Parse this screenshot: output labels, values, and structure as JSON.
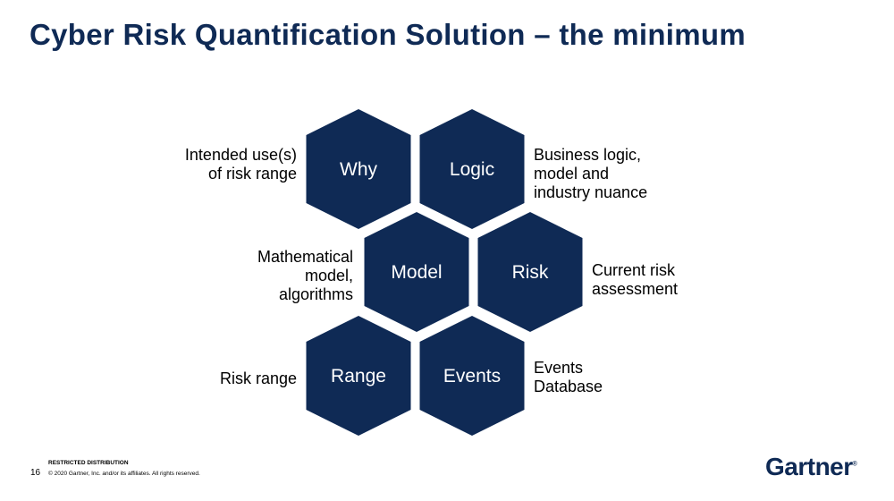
{
  "title": "Cyber Risk Quantification Solution – the minimum",
  "hex_color": "#0f2a55",
  "hexagons": [
    {
      "label": "Why",
      "description": "Intended use(s) of risk range"
    },
    {
      "label": "Logic",
      "description": "Business logic, model and industry nuance"
    },
    {
      "label": "Model",
      "description": "Mathematical model, algorithms"
    },
    {
      "label": "Risk",
      "description": "Current risk assessment"
    },
    {
      "label": "Range",
      "description": "Risk range"
    },
    {
      "label": "Events",
      "description": "Events Database"
    }
  ],
  "footer": {
    "restricted": "RESTRICTED DISTRIBUTION",
    "copyright": "© 2020 Gartner, Inc. and/or its affiliates. All rights reserved.",
    "page": "16",
    "logo": "Gartner"
  }
}
